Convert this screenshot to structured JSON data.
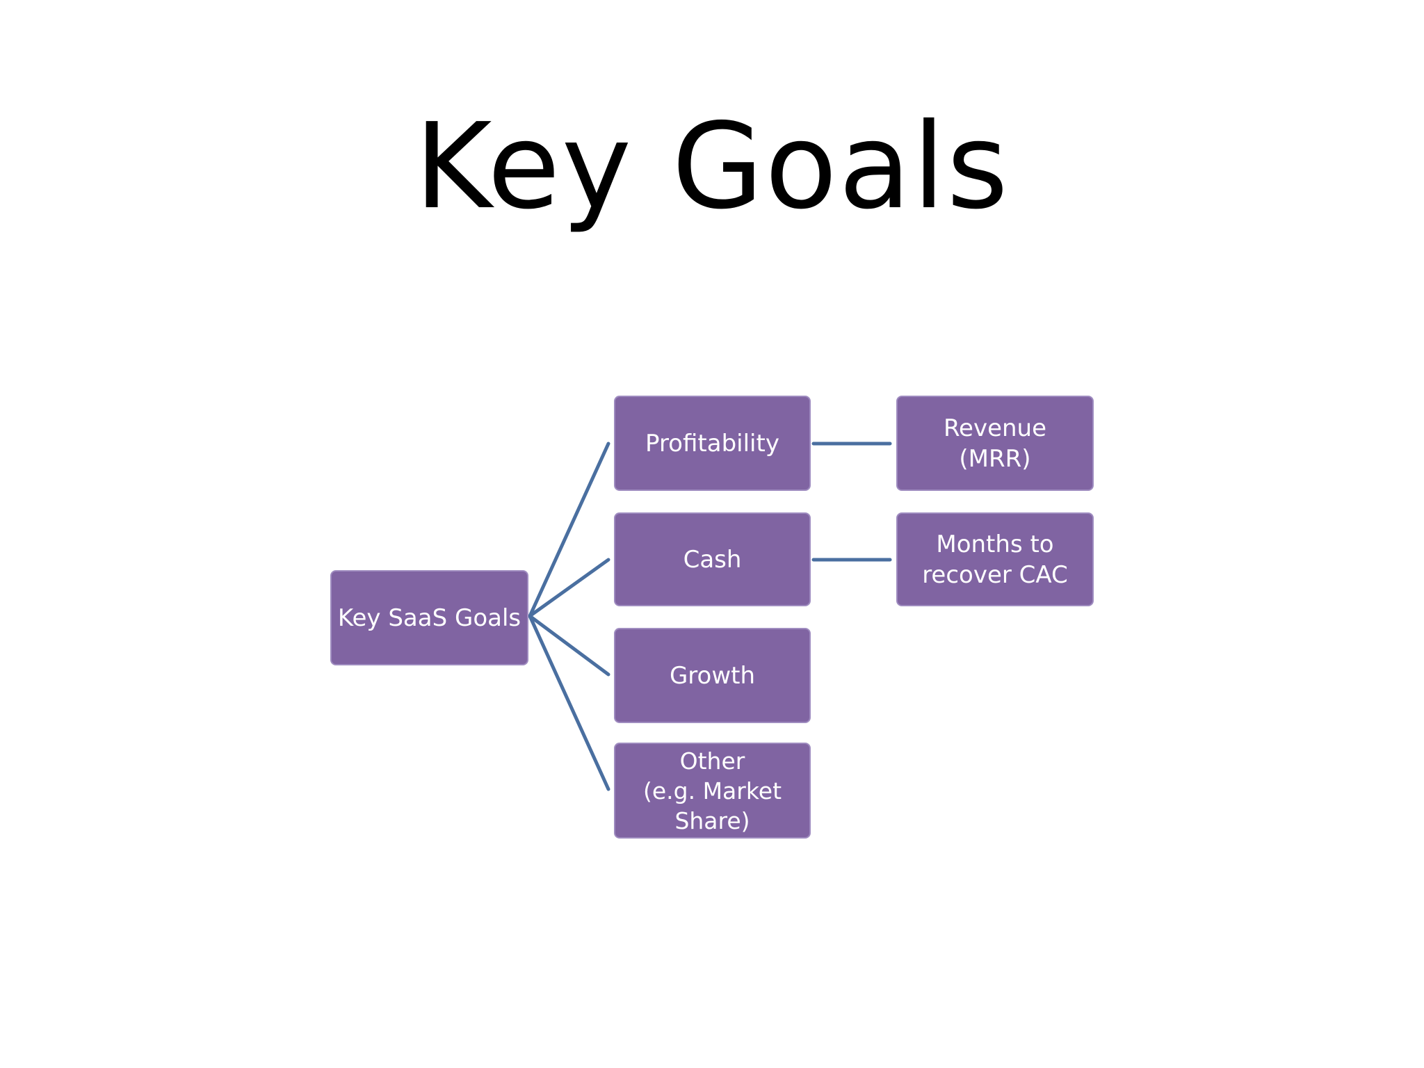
{
  "title": "Key Goals",
  "colors": {
    "node_fill": "#8064a2",
    "connector": "#4a6fa0"
  },
  "diagram": {
    "root": "Key SaaS Goals",
    "branches": [
      {
        "label": "Profitability",
        "child": "Revenue\n(MRR)"
      },
      {
        "label": "Cash",
        "child": "Months to\nrecover CAC"
      },
      {
        "label": "Growth"
      },
      {
        "label": "Other\n(e.g. Market\nShare)"
      }
    ]
  }
}
